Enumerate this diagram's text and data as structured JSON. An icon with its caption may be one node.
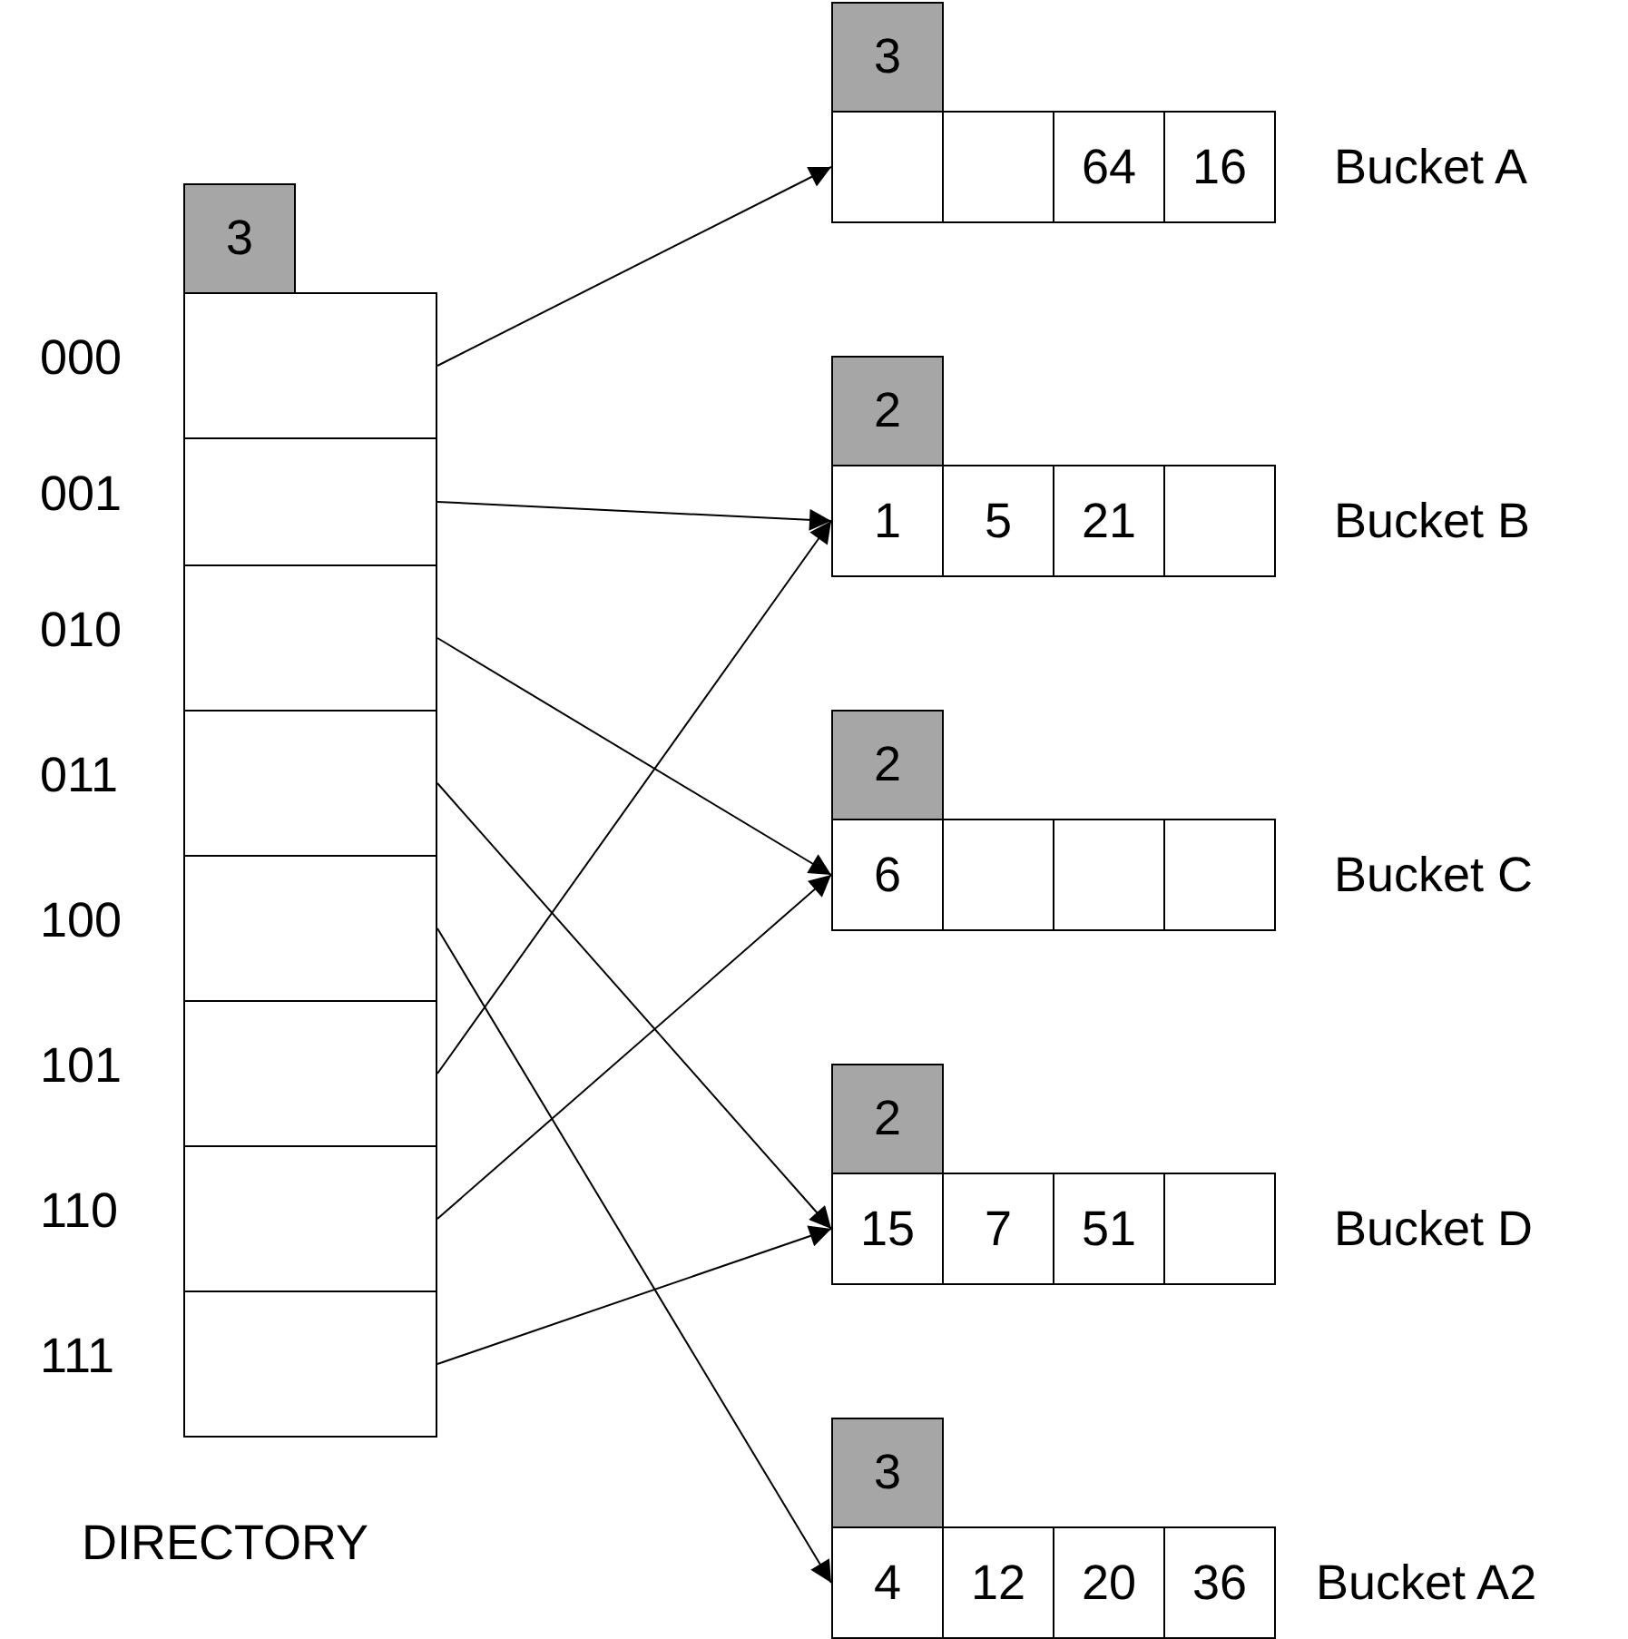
{
  "diagram": {
    "nodes": [
      {
        "text": [
          "DIRECTORY"
        ]
      },
      {
        "text": [
          "3"
        ],
        "in": 0
      },
      {
        "text": [],
        "shape": "box",
        "beside": [
          "000"
        ],
        "in": 0
      },
      {
        "text": [],
        "shape": "box",
        "beside": [
          "001"
        ],
        "in": 0
      },
      {
        "text": [],
        "shape": "box",
        "beside": [
          "010"
        ],
        "in": 0
      },
      {
        "text": [],
        "shape": "box",
        "beside": [
          "011"
        ],
        "in": 0
      },
      {
        "text": [],
        "shape": "box",
        "beside": [
          "100"
        ],
        "in": 0
      },
      {
        "text": [],
        "shape": "box",
        "beside": [
          "101"
        ],
        "in": 0
      },
      {
        "text": [],
        "shape": "box",
        "beside": [
          "110"
        ],
        "in": 0
      },
      {
        "text": [],
        "shape": "box",
        "beside": [
          "111"
        ],
        "in": 0
      },
      {
        "text": [
          "Bucket A"
        ]
      },
      {
        "text": [
          "3"
        ],
        "in": 10
      },
      {
        "text": [],
        "shape": "box",
        "in": 10
      },
      {
        "text": [],
        "shape": "box",
        "in": 10
      },
      {
        "text": [
          "64"
        ],
        "in": 10
      },
      {
        "text": [
          "16"
        ],
        "in": 10
      },
      {
        "text": [
          "Bucket B"
        ]
      },
      {
        "text": [
          "2"
        ],
        "in": 16
      },
      {
        "text": [
          "1"
        ],
        "in": 16
      },
      {
        "text": [
          "5"
        ],
        "in": 16
      },
      {
        "text": [
          "21"
        ],
        "in": 16
      },
      {
        "text": [],
        "shape": "box",
        "in": 16
      },
      {
        "text": [
          "Bucket C"
        ]
      },
      {
        "text": [
          "2"
        ],
        "in": 22
      },
      {
        "text": [
          "6"
        ],
        "in": 22
      },
      {
        "text": [],
        "shape": "box",
        "in": 22
      },
      {
        "text": [],
        "shape": "box",
        "in": 22
      },
      {
        "text": [],
        "shape": "box",
        "in": 22
      },
      {
        "text": [
          "Bucket D"
        ]
      },
      {
        "text": [
          "2"
        ],
        "in": 28
      },
      {
        "text": [
          "15"
        ],
        "in": 28
      },
      {
        "text": [
          "7"
        ],
        "in": 28
      },
      {
        "text": [
          "51"
        ],
        "in": 28
      },
      {
        "text": [],
        "shape": "box",
        "in": 28
      },
      {
        "text": [
          "Bucket A2"
        ]
      },
      {
        "text": [
          "3"
        ],
        "in": 34
      },
      {
        "text": [
          "4"
        ],
        "in": 34
      },
      {
        "text": [
          "12"
        ],
        "in": 34
      },
      {
        "text": [
          "20"
        ],
        "in": 34
      },
      {
        "text": [
          "36"
        ],
        "in": 34
      }
    ],
    "edges": [
      {
        "from": 2,
        "to": 12,
        "arrow": "to"
      },
      {
        "from": 3,
        "to": 18,
        "arrow": "to"
      },
      {
        "from": 4,
        "to": 24,
        "arrow": "to"
      },
      {
        "from": 5,
        "to": 30,
        "arrow": "to"
      },
      {
        "from": 6,
        "to": 36,
        "arrow": "to"
      },
      {
        "from": 7,
        "to": 18,
        "arrow": "to"
      },
      {
        "from": 8,
        "to": 24,
        "arrow": "to"
      },
      {
        "from": 9,
        "to": 30,
        "arrow": "to"
      }
    ]
  }
}
